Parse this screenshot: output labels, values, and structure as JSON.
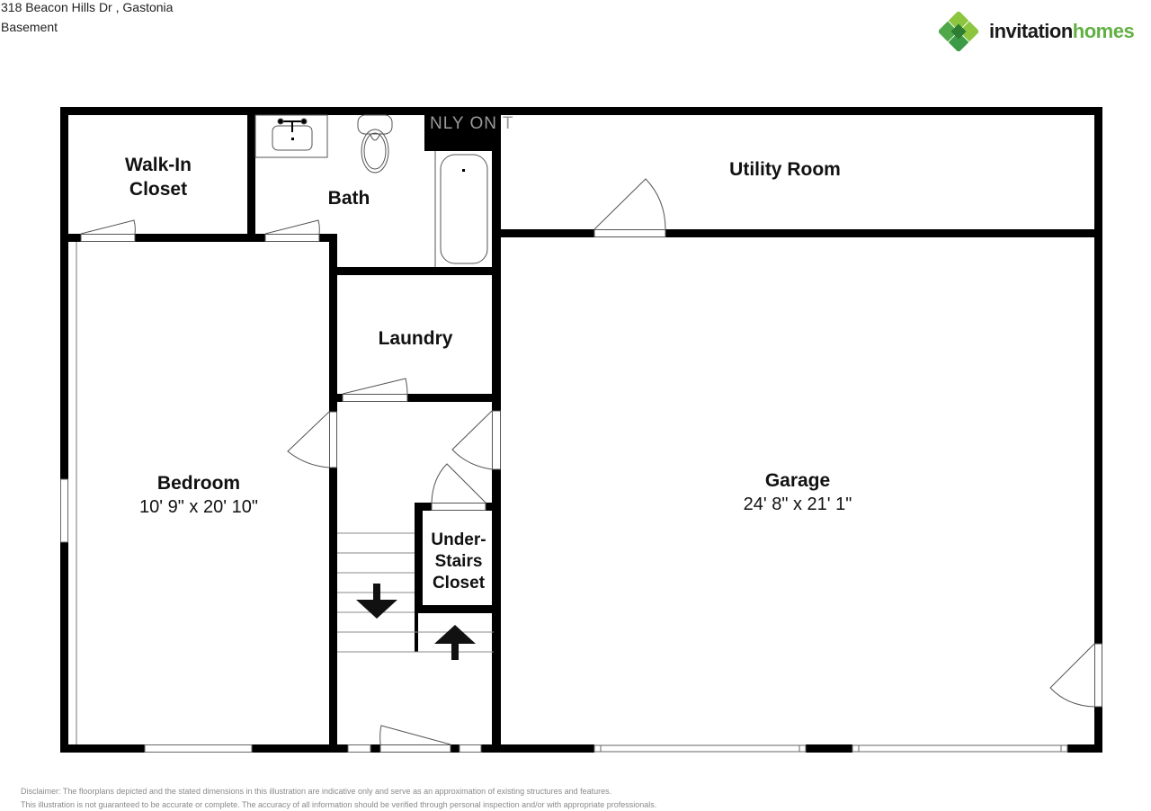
{
  "header": {
    "address": "318 Beacon Hills Dr , Gastonia",
    "level": "Basement"
  },
  "brand": {
    "name_part1": "invitation",
    "name_part2": "homes",
    "icon": "diamond-cluster-logo-icon",
    "colors": {
      "dark_green": "#2e8b3e",
      "mid_green": "#4fa84a",
      "light_green": "#8cc63f",
      "text_dark": "#1a1a1a",
      "text_green": "#62b044"
    }
  },
  "watermark": "NLY ON T",
  "floorplan": {
    "rooms": [
      {
        "id": "walk-in-closet",
        "label_lines": [
          "Walk-In",
          "Closet"
        ],
        "dimensions": ""
      },
      {
        "id": "bath",
        "label_lines": [
          "Bath"
        ],
        "dimensions": ""
      },
      {
        "id": "utility-room",
        "label_lines": [
          "Utility Room"
        ],
        "dimensions": ""
      },
      {
        "id": "laundry",
        "label_lines": [
          "Laundry"
        ],
        "dimensions": ""
      },
      {
        "id": "bedroom",
        "label_lines": [
          "Bedroom"
        ],
        "dimensions": "10' 9\" x 20' 10\""
      },
      {
        "id": "under-stairs-closet",
        "label_lines": [
          "Under-",
          "Stairs",
          "Closet"
        ],
        "dimensions": ""
      },
      {
        "id": "garage",
        "label_lines": [
          "Garage"
        ],
        "dimensions": "24' 8\" x 21' 1\""
      }
    ],
    "wall_color": "#000000",
    "fixture_color": "#555555"
  },
  "disclaimer": {
    "line1": "Disclaimer: The floorplans depicted and the stated dimensions in this illustration are indicative only and serve as an approximation of existing structures and features.",
    "line2": "This illustration is not guaranteed to be accurate or complete. The accuracy of all information should be verified through personal inspection and/or with appropriate professionals."
  }
}
